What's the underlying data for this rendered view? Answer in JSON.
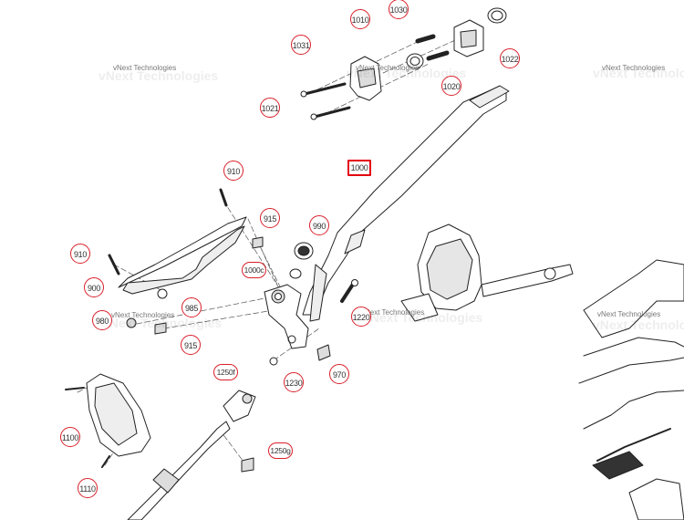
{
  "diagram": {
    "watermark": "vNext Technologies",
    "callouts": [
      {
        "id": "c1010",
        "label": "1010"
      },
      {
        "id": "c1030",
        "label": "1030"
      },
      {
        "id": "c1031",
        "label": "1031"
      },
      {
        "id": "c1022",
        "label": "1022"
      },
      {
        "id": "c1020",
        "label": "1020"
      },
      {
        "id": "c1021",
        "label": "1021"
      },
      {
        "id": "c1000",
        "label": "1000"
      },
      {
        "id": "c910a",
        "label": "910"
      },
      {
        "id": "c915a",
        "label": "915"
      },
      {
        "id": "c990",
        "label": "990"
      },
      {
        "id": "c1000c",
        "label": "1000c"
      },
      {
        "id": "c910b",
        "label": "910"
      },
      {
        "id": "c900",
        "label": "900"
      },
      {
        "id": "c985",
        "label": "985"
      },
      {
        "id": "c980",
        "label": "980"
      },
      {
        "id": "c915b",
        "label": "915"
      },
      {
        "id": "c1220",
        "label": "1220"
      },
      {
        "id": "c1230",
        "label": "1230"
      },
      {
        "id": "c970",
        "label": "970"
      },
      {
        "id": "c1250f",
        "label": "1250f"
      },
      {
        "id": "c1250g",
        "label": "1250g"
      },
      {
        "id": "c1100",
        "label": "1100"
      },
      {
        "id": "c1110",
        "label": "1110"
      }
    ]
  }
}
